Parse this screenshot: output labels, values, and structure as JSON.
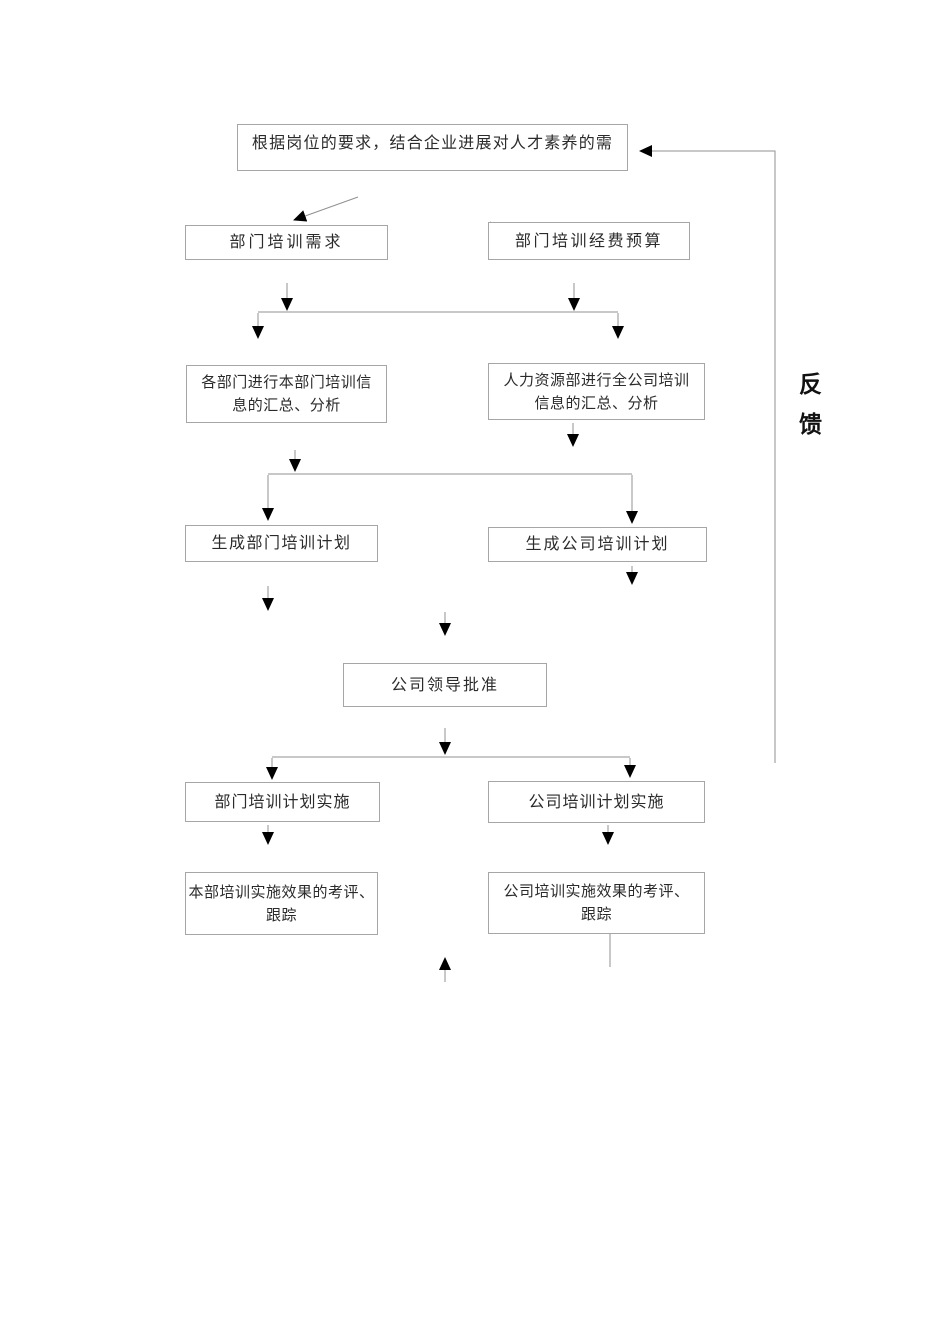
{
  "nodes": {
    "requirement": {
      "label": "根据岗位的要求，结合企业进展对人才素养的需"
    },
    "dept_needs": {
      "label": "部门培训需求"
    },
    "dept_budget": {
      "label": "部门培训经费预算"
    },
    "dept_info": {
      "label": "各部门进行本部门培训信息的汇总、分析"
    },
    "hr_info": {
      "label": "人力资源部进行全公司培训信息的汇总、分析"
    },
    "dept_plan": {
      "label": "生成部门培训计划"
    },
    "company_plan": {
      "label": "生成公司培训计划"
    },
    "approval": {
      "label": "公司领导批准"
    },
    "dept_impl": {
      "label": "部门培训计划实施"
    },
    "company_impl": {
      "label": "公司培训计划实施"
    },
    "dept_eval": {
      "label": "本部培训实施效果的考评、跟踪"
    },
    "company_eval": {
      "label": "公司培训实施效果的考评、跟踪"
    }
  },
  "feedback": {
    "label": "反馈"
  },
  "colors": {
    "background": "#ffffff",
    "box_border": "#a6a6a6",
    "line": "#909090",
    "arrowhead": "#000000",
    "text": "#2b2b2b"
  }
}
